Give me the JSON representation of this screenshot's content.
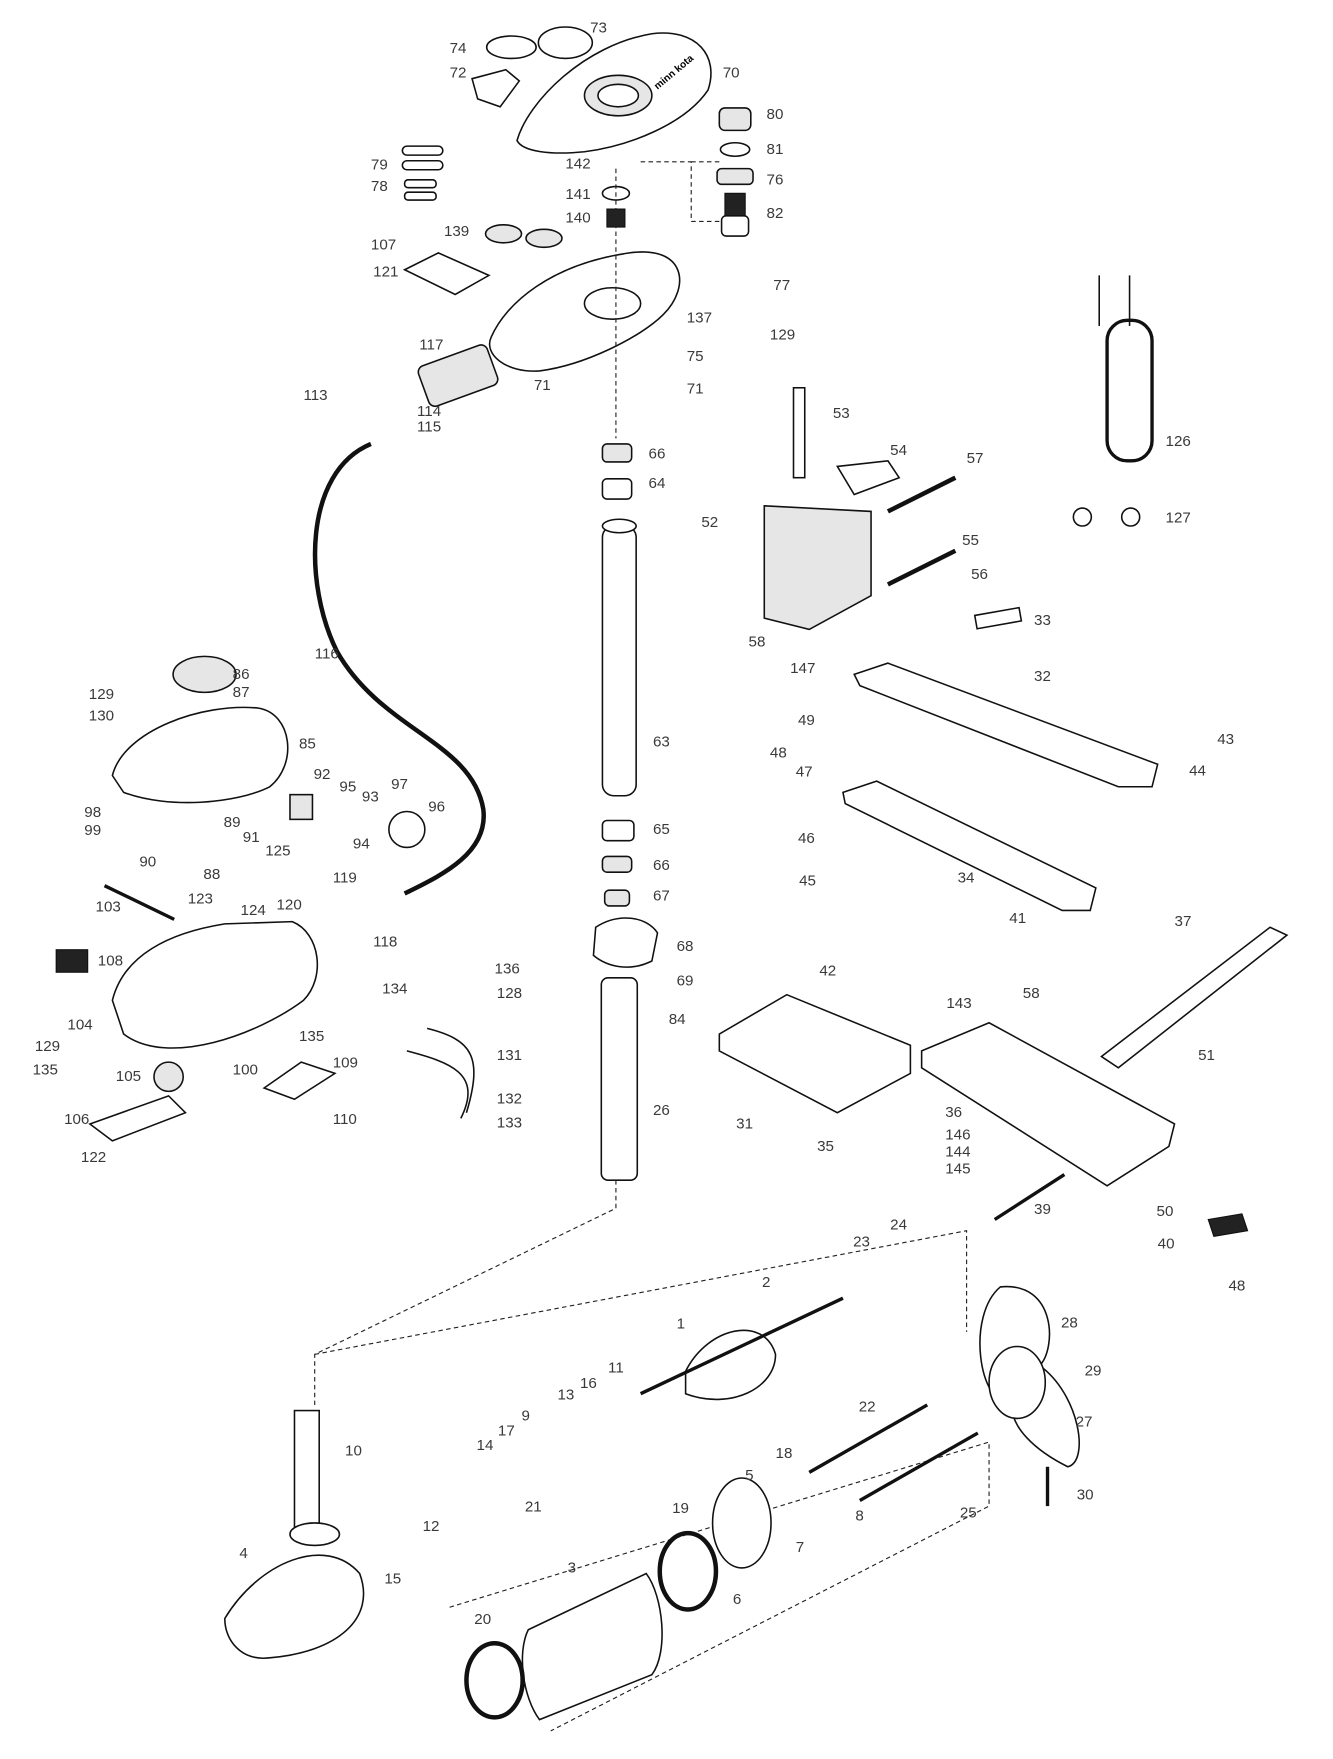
{
  "diagram": {
    "type": "exploded parts diagram",
    "logo_text": "minn kota",
    "parts": [
      "74",
      "73",
      "72",
      "70",
      "80",
      "81",
      "76",
      "82",
      "79",
      "78",
      "142",
      "141",
      "140",
      "139",
      "107",
      "121",
      "77",
      "129",
      "137",
      "75",
      "117",
      "71",
      "71",
      "113",
      "114",
      "115",
      "66",
      "64",
      "53",
      "54",
      "57",
      "126",
      "127",
      "52",
      "55",
      "56",
      "33",
      "58",
      "147",
      "32",
      "116",
      "86",
      "87",
      "129",
      "130",
      "85",
      "63",
      "49",
      "48",
      "47",
      "43",
      "44",
      "92",
      "95",
      "97",
      "93",
      "96",
      "94",
      "98",
      "99",
      "89",
      "91",
      "88",
      "90",
      "125",
      "65",
      "66",
      "67",
      "46",
      "45",
      "34",
      "103",
      "123",
      "124",
      "119",
      "120",
      "118",
      "41",
      "37",
      "68",
      "108",
      "136",
      "128",
      "134",
      "69",
      "42",
      "143",
      "58",
      "84",
      "104",
      "135",
      "131",
      "51",
      "129",
      "135",
      "105",
      "100",
      "109",
      "132",
      "26",
      "36",
      "146",
      "144",
      "145",
      "31",
      "35",
      "133",
      "106",
      "110",
      "122",
      "39",
      "50",
      "40",
      "48",
      "23",
      "24",
      "2",
      "1",
      "28",
      "29",
      "16",
      "11",
      "13",
      "9",
      "17",
      "22",
      "27",
      "10",
      "14",
      "18",
      "21",
      "5",
      "19",
      "12",
      "30",
      "25",
      "7",
      "8",
      "4",
      "15",
      "3",
      "6",
      "20"
    ]
  }
}
